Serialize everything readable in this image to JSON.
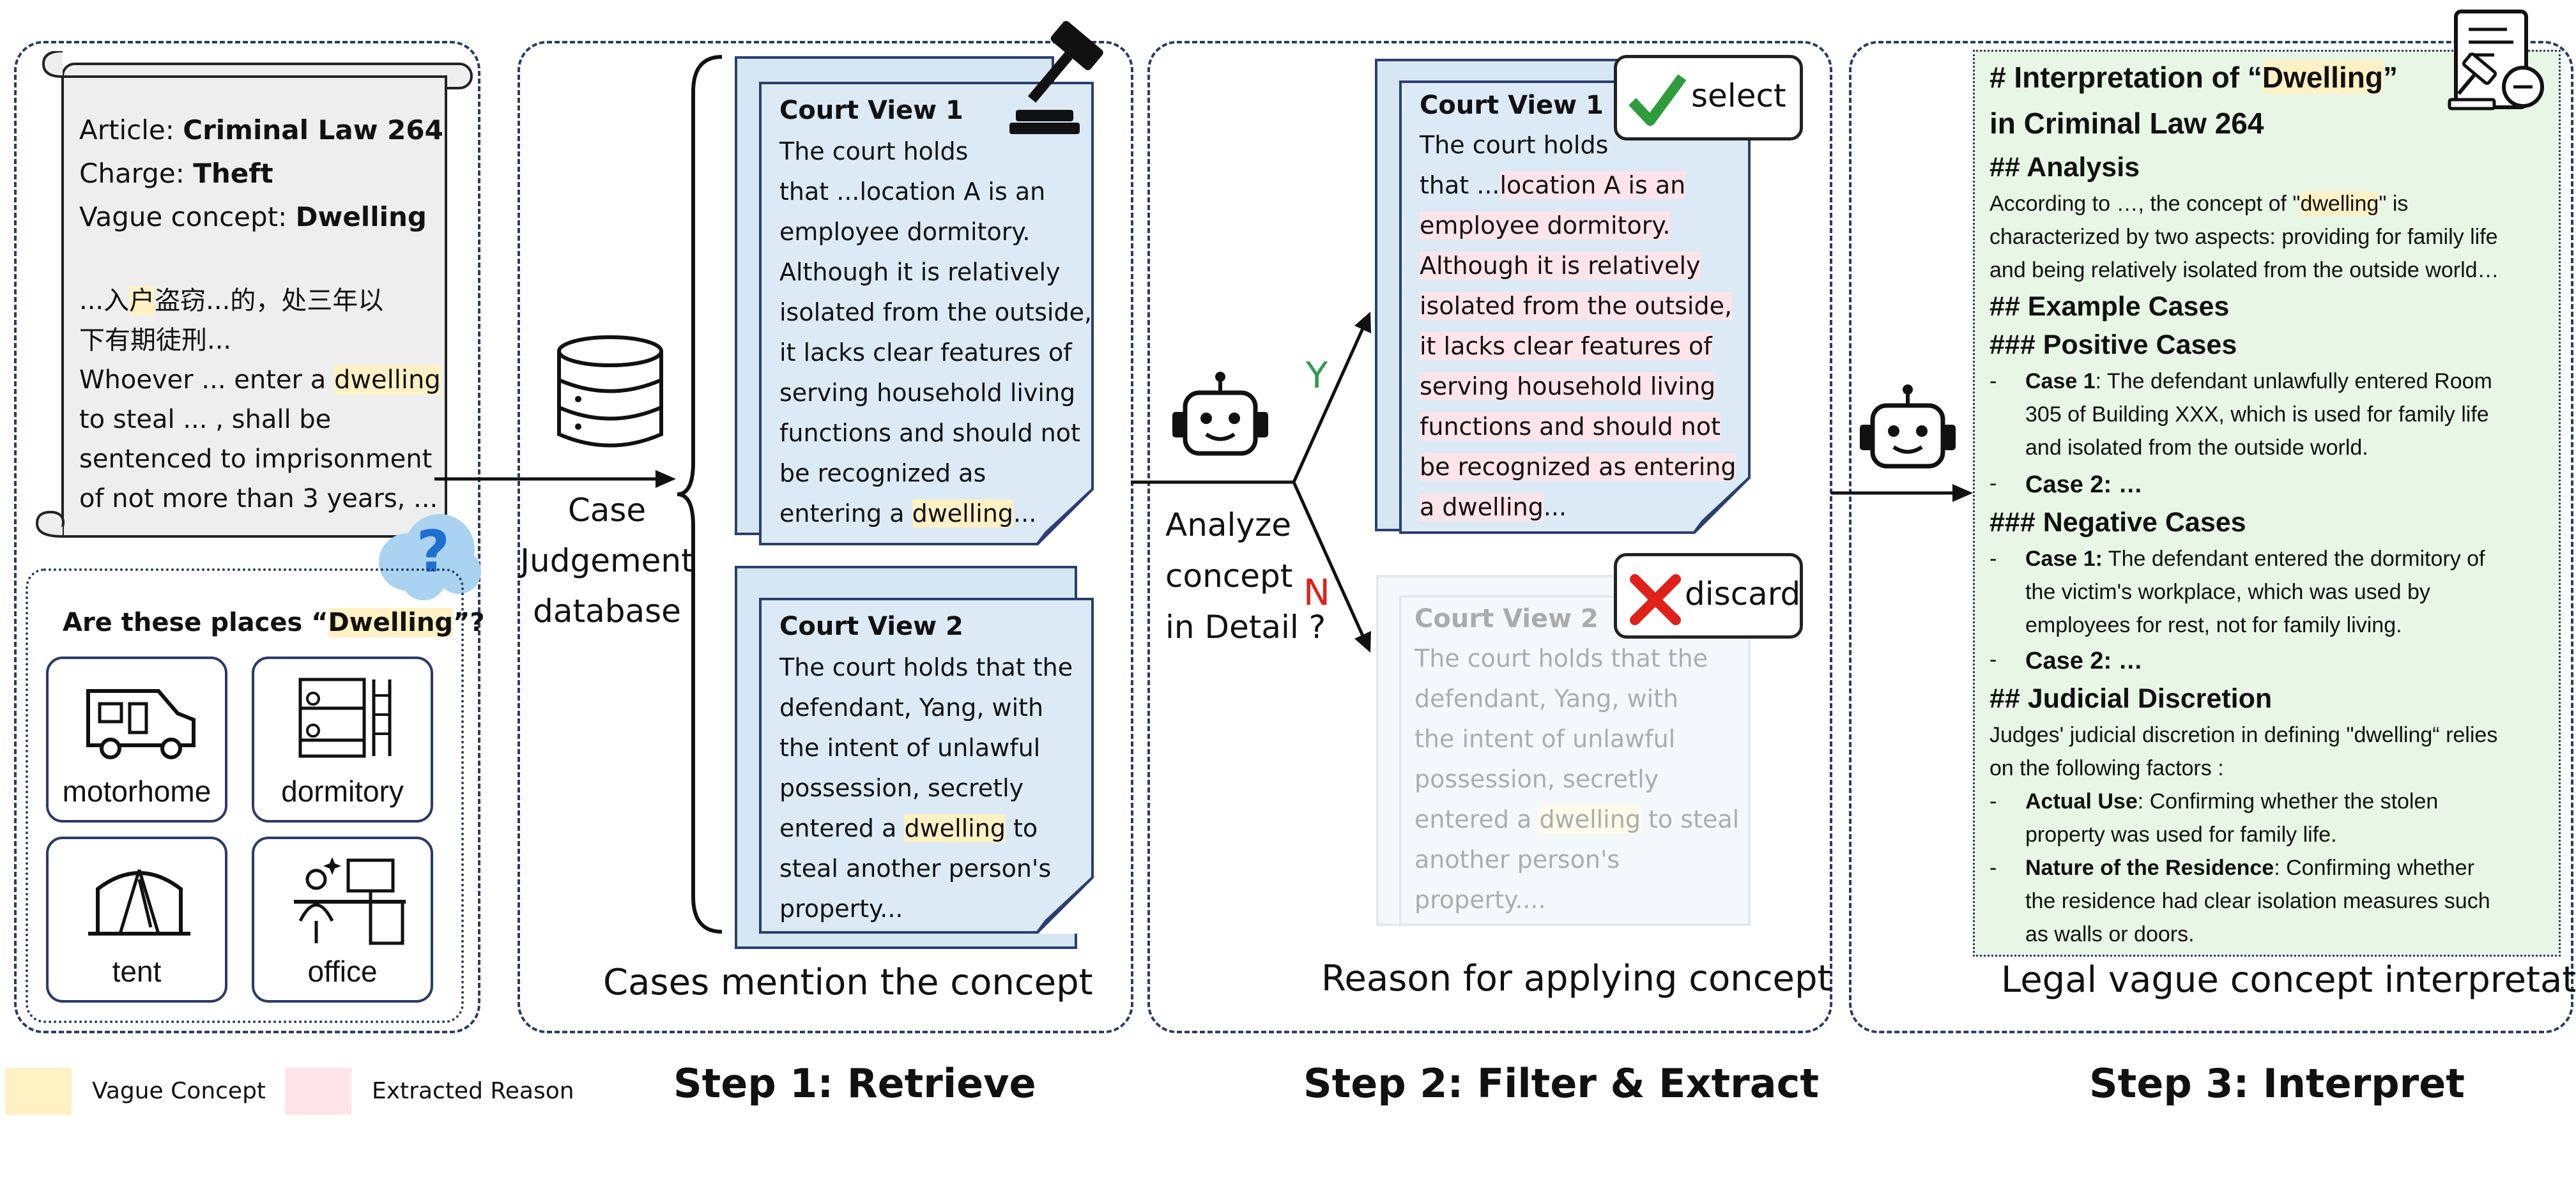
{
  "legend": {
    "vague_concept": "Vague Concept",
    "extracted_reason": "Extracted Reason",
    "colors": {
      "vague": "#fff1c4",
      "reason": "#fde4ea"
    }
  },
  "scroll": {
    "article_label": "Article: ",
    "article_value": "Criminal Law 264",
    "charge_label": "Charge: ",
    "charge_value": "Theft",
    "concept_label": "Vague concept: ",
    "concept_value": "Dwelling",
    "zh_line1_a": "...入",
    "zh_line1_hl": "户",
    "zh_line1_b": "盗窃...的，处三年以",
    "zh_line2": "下有期徒刑...",
    "en_line1_a": "Whoever ... enter a ",
    "en_line1_hl": "dwelling",
    "en_line2": "to steal ... , shall be",
    "en_line3": "sentenced to imprisonment",
    "en_line4": "of not more than 3 years, ..."
  },
  "question": {
    "text_a": "Are these places “",
    "text_hl": "Dwelling",
    "text_b": "”?",
    "places": [
      "motorhome",
      "dormitory",
      "tent",
      "office"
    ]
  },
  "database": {
    "line1": "Case",
    "line2": "Judgement",
    "line3": "database"
  },
  "court_view_1": {
    "title": "Court View 1",
    "lines": [
      "The court holds",
      "that ...location A is an",
      "employee dormitory.",
      "Although it is relatively",
      "isolated from the outside,",
      "it lacks clear features of",
      "serving household living",
      "functions and should not",
      "be recognized as"
    ],
    "last_a": "entering a ",
    "last_hl": "dwelling",
    "last_b": "..."
  },
  "court_view_2": {
    "title": "Court View 2",
    "lines": [
      "The court holds that the",
      "defendant, Yang, with",
      "the intent of unlawful",
      "possession, secretly"
    ],
    "hl_line_a": "entered a ",
    "hl_line_hl": "dwelling",
    "hl_line_b": " to",
    "tail_lines": [
      "steal another person's",
      "property..."
    ]
  },
  "step1": {
    "caption": "Cases mention the concept",
    "label": "Step 1: Retrieve"
  },
  "analyze": {
    "line1": "Analyze",
    "line2": "concept",
    "line3": "in Detail ?",
    "yes": "Y",
    "no": "N"
  },
  "select": {
    "label": "select"
  },
  "discard": {
    "label": "discard"
  },
  "selected_view": {
    "title": "Court View 1",
    "line1": "The court holds",
    "line2_a": "that ...",
    "line2_hl": "location A is an",
    "hl_lines": [
      "employee dormitory.",
      "Although it is relatively",
      "isolated from the outside,",
      "it lacks clear features of",
      "serving household living",
      "functions and should not",
      "be recognized as entering"
    ],
    "last_a": "a dwelling",
    "last_b": "..."
  },
  "discarded_view": {
    "title": "Court View 2",
    "lines": [
      "The court holds that the",
      "defendant, Yang, with",
      "the intent of unlawful",
      "possession, secretly"
    ],
    "hl_line_a": "entered a ",
    "hl_line_hl": "dwelling",
    "hl_line_b": " to steal",
    "tail_lines": [
      "another person's",
      "property...."
    ]
  },
  "step2": {
    "caption": "Reason for applying concept",
    "label": "Step 2: Filter & Extract"
  },
  "interpretation": {
    "title_a": "# Interpretation of “",
    "title_hl": "Dwelling",
    "title_b": "”",
    "title_line2": "in Criminal Law 264",
    "analysis_h": "## Analysis",
    "analysis_1a": "According to …, the concept of \"",
    "analysis_1hl": "dwelling",
    "analysis_1b": "\" is",
    "analysis_2": "characterized by two aspects: providing for family life",
    "analysis_3": "and being relatively isolated from the outside world…",
    "examples_h": "## Example Cases",
    "positive_h": "### Positive Cases",
    "pos1_label": "Case 1",
    "pos1_l1": ": The defendant unlawfully entered Room",
    "pos1_l2": "305 of Building XXX, which is used for family life",
    "pos1_l3": "and  isolated from the outside world.",
    "pos2": "Case 2: …",
    "negative_h": "### Negative Cases",
    "neg1_label": "Case 1:",
    "neg1_l1": " The defendant entered the dormitory of",
    "neg1_l2": "the victim's workplace, which was used by",
    "neg1_l3": "employees for rest, not for family living.",
    "neg2": "Case 2: …",
    "discretion_h": "## Judicial Discretion",
    "disc_l1": "Judges' judicial discretion in defining \"dwelling“ relies",
    "disc_l2": "on the following factors :",
    "f1_label": "Actual Use",
    "f1_l1": ": Confirming whether the stolen",
    "f1_l2": "property was used for family life.",
    "f2_label": "Nature of the Residence",
    "f2_l1": ": Confirming whether",
    "f2_l2": "the residence had clear isolation measures such",
    "f2_l3": "as walls or doors.",
    "bullet": "-"
  },
  "step3": {
    "caption": "Legal vague concept interpretation",
    "label": "Step 3: Interpret"
  }
}
